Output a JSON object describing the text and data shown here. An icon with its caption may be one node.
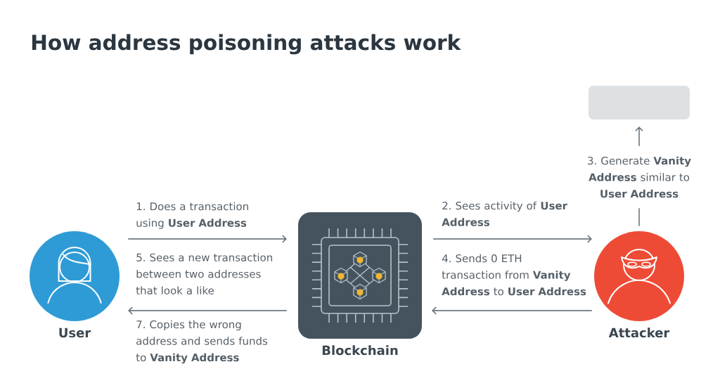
{
  "diagram": {
    "title": "How address poisoning attacks work",
    "nodes": [
      {
        "text": [
          "User"
        ]
      },
      {
        "text": [
          "Blockchain"
        ]
      },
      {
        "text": [
          "Attacker"
        ]
      },
      {
        "text": [],
        "shape": "box"
      }
    ],
    "edges": [
      {
        "from": 0,
        "to": 1,
        "arrow": "to",
        "label": "1. Does a transaction using **User Address**"
      },
      {
        "from": 1,
        "to": 2,
        "arrow": "to",
        "label": "2. Sees activity of **User Address**"
      },
      {
        "from": 2,
        "to": 3,
        "arrow": "to",
        "label": "3. Generate **Vanity Address** similar to **User Address**"
      },
      {
        "from": 2,
        "to": 1,
        "arrow": "to",
        "label": "4. Sends 0 ETH transaction from **Vanity Address** to **User Address**"
      },
      {
        "from": 1,
        "to": 0,
        "arrow": "to",
        "label": "5. Sees a new transaction between two addresses that look a like"
      }
    ],
    "labels": [
      "7. Copies the wrong address and sends funds to **Vanity Address**"
    ]
  }
}
